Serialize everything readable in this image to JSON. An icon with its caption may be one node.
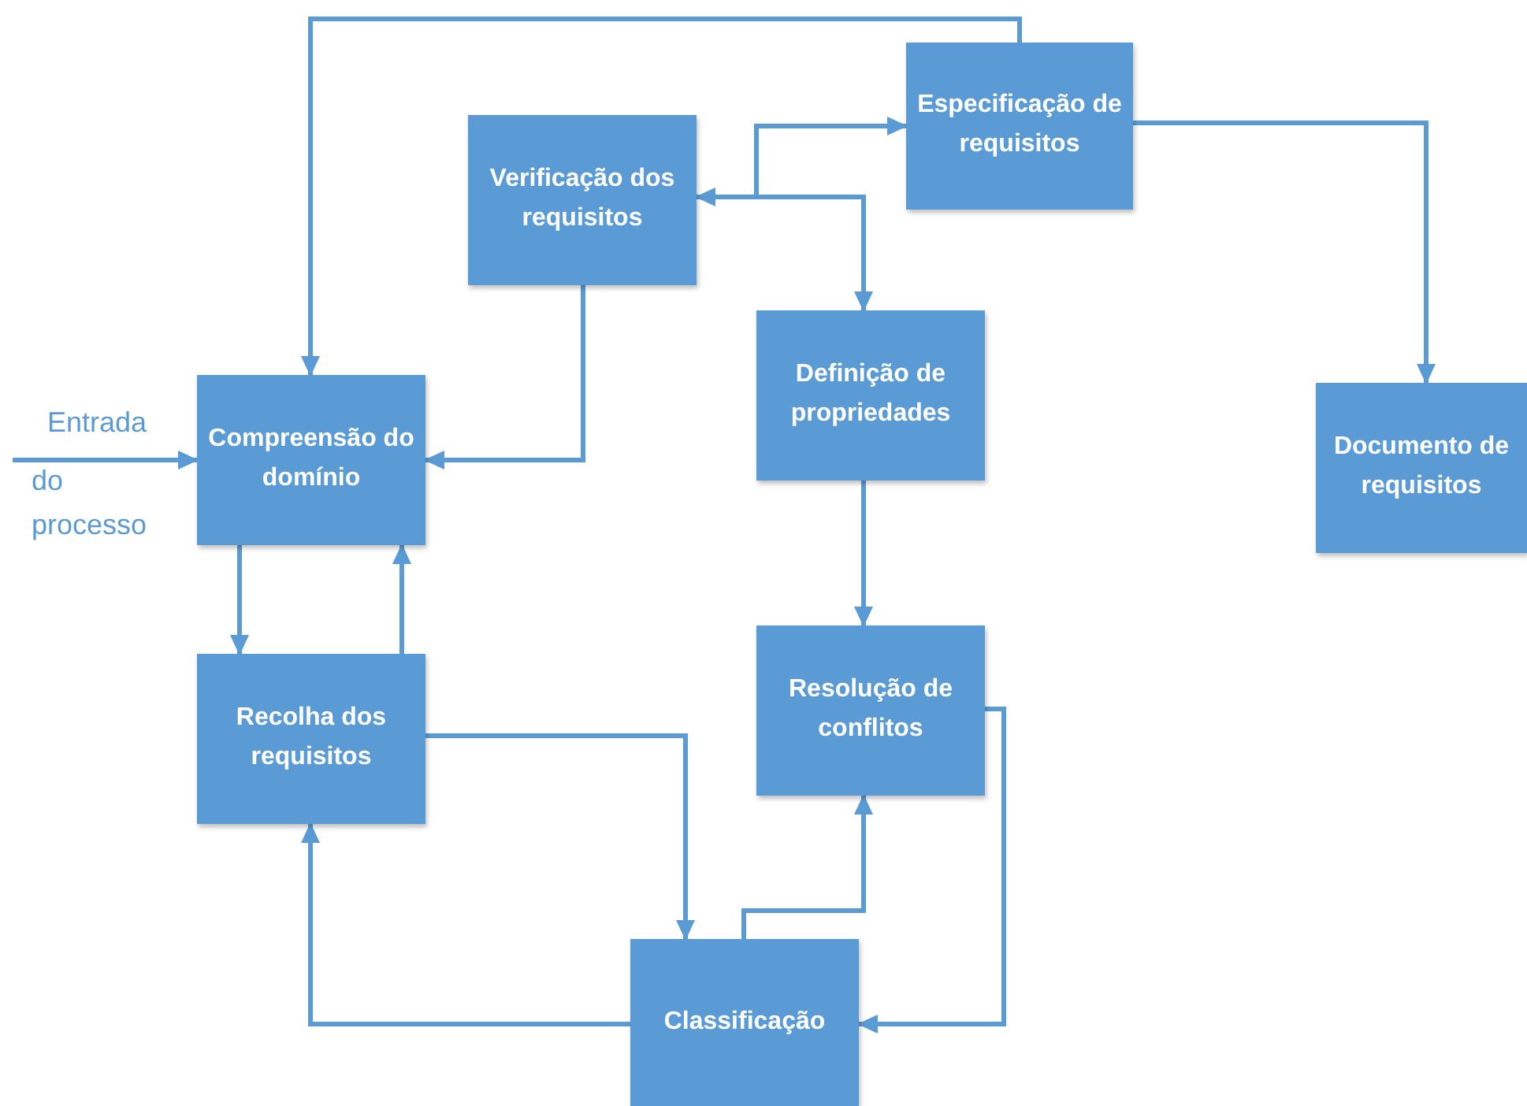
{
  "diagram": {
    "nodes": [
      {
        "text": [
          "Especificação de requisitos"
        ]
      },
      {
        "text": [
          "Verificação dos requisitos"
        ]
      },
      {
        "text": [
          "Compreensão do domínio"
        ]
      },
      {
        "text": [
          "Definição de propriedades"
        ]
      },
      {
        "text": [
          "Documento de requisitos"
        ]
      },
      {
        "text": [
          "Recolha dos requisitos"
        ]
      },
      {
        "text": [
          "Resolução de conflitos"
        ]
      },
      {
        "text": [
          "Classificação"
        ]
      }
    ],
    "edges": [
      {
        "from": 0,
        "to": 2,
        "arrow": "to"
      },
      {
        "from": 0,
        "to": 4,
        "arrow": "to"
      },
      {
        "from": 1,
        "to": 0,
        "arrow": "both"
      },
      {
        "from": 1,
        "to": 3,
        "arrow": "to"
      },
      {
        "from": 1,
        "to": 2,
        "arrow": "to"
      },
      {
        "from": null,
        "to": 2,
        "arrow": "to"
      },
      {
        "from": 3,
        "to": 6,
        "arrow": "to"
      },
      {
        "from": 2,
        "to": 5,
        "arrow": "to"
      },
      {
        "from": 5,
        "to": 2,
        "arrow": "to"
      },
      {
        "from": 5,
        "to": 7,
        "arrow": "to"
      },
      {
        "from": 7,
        "to": 6,
        "arrow": "to"
      },
      {
        "from": 6,
        "to": 7,
        "arrow": "to"
      },
      {
        "from": 7,
        "to": 5,
        "arrow": "to"
      }
    ],
    "labels": [
      "Entrada",
      "do processo"
    ]
  }
}
